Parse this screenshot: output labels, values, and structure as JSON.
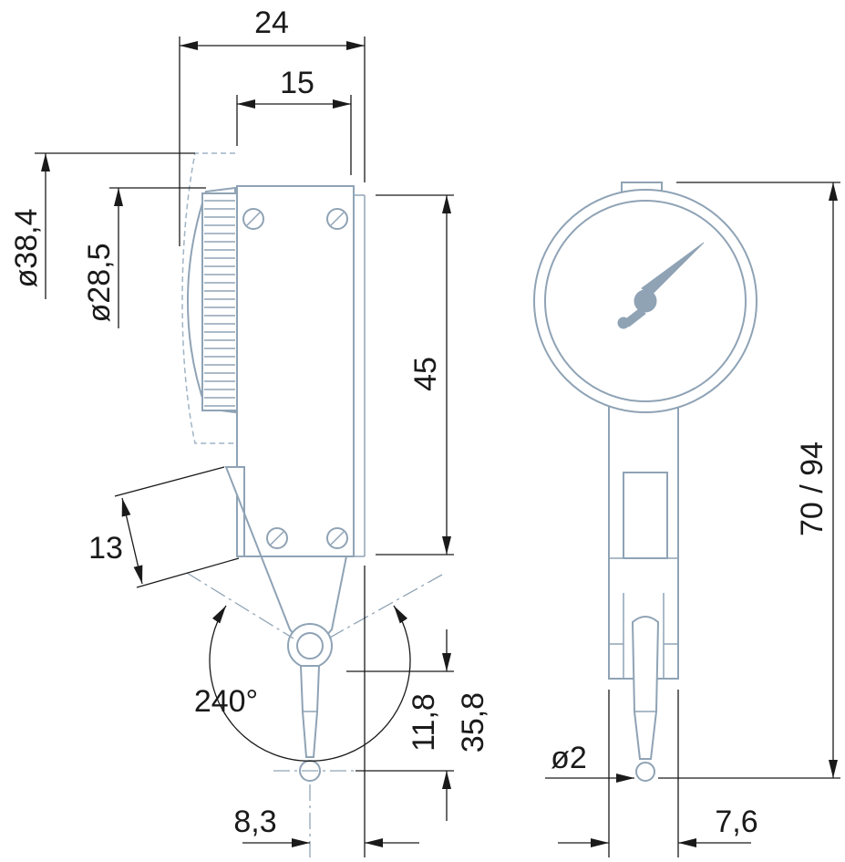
{
  "dimensions": {
    "width_total": "24",
    "width_body": "15",
    "dia_outer": "ø38,4",
    "dia_knurl": "ø28,5",
    "height_body": "45",
    "lever_offset": "13",
    "swivel_angle": "240°",
    "tip_short": "11,8",
    "tip_long": "35,8",
    "offset_left": "8,3",
    "ball_dia": "ø2",
    "offset_right": "7,6",
    "height_total": "70 / 94"
  },
  "colors": {
    "part_outline": "#8fa3b5",
    "dimension_line": "#1a1a1a"
  }
}
